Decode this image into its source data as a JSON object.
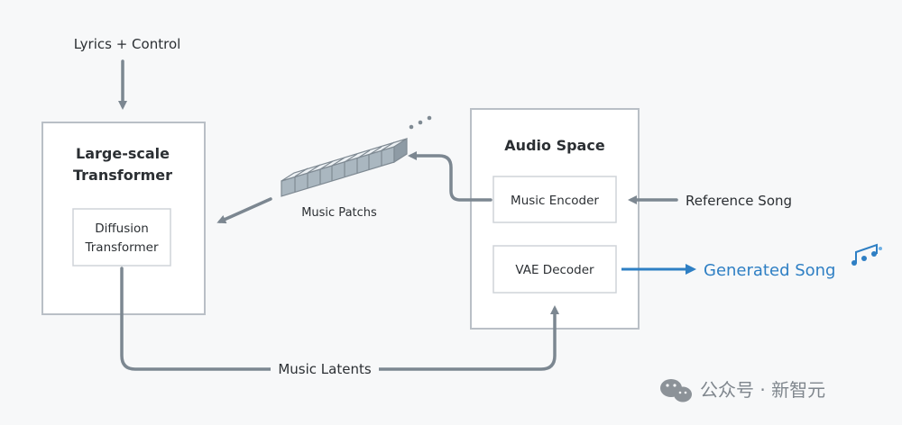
{
  "input_label": "Lyrics + Control",
  "transformer": {
    "title_line1": "Large-scale",
    "title_line2": "Transformer",
    "inner_line1": "Diffusion",
    "inner_line2": "Transformer"
  },
  "patches_label": "Music Patchs",
  "audio_space": {
    "title": "Audio Space",
    "encoder": "Music Encoder",
    "decoder": "VAE Decoder"
  },
  "reference_label": "Reference Song",
  "output_label": "Generated Song",
  "latents_label": "Music Latents",
  "watermark": "公众号 · 新智元",
  "colors": {
    "accent": "#2e7fc4",
    "arrow": "#7c8791",
    "box_border": "#b9bfc6"
  },
  "icons": [
    "music-notes-icon",
    "wechat-icon",
    "ellipsis-dots-icon"
  ]
}
